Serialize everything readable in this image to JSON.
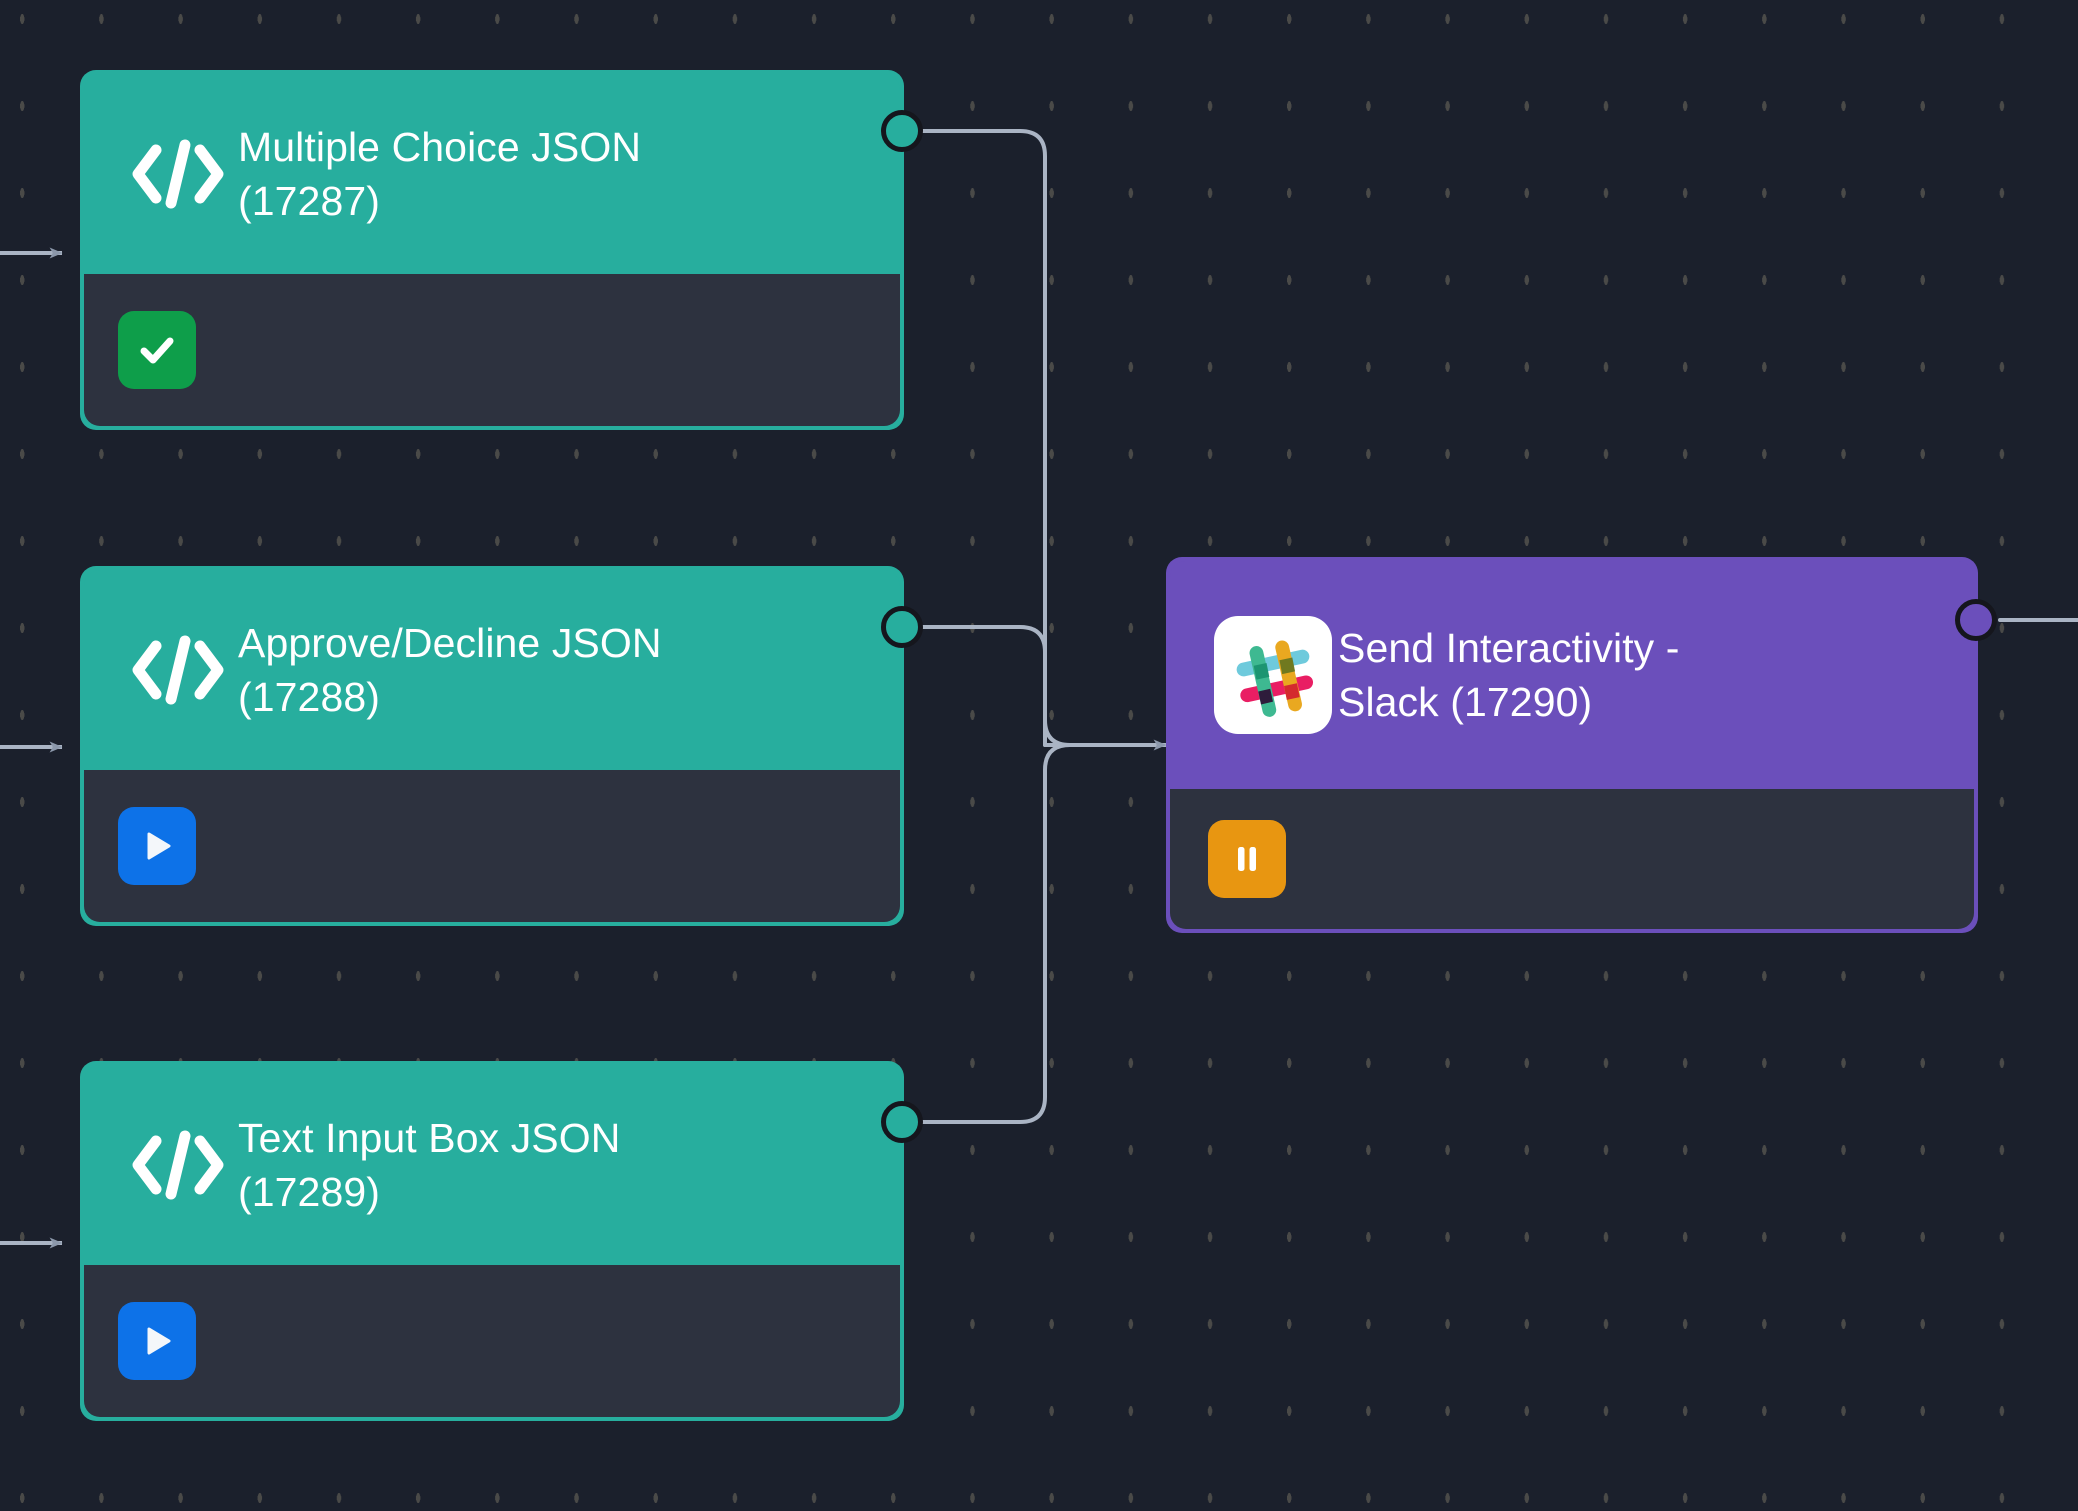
{
  "canvas": {
    "background_color": "#1b202c",
    "grid_dot_color": "#4a4a48",
    "edge_color": "#aab4c4",
    "arrow_color": "#8c98ab"
  },
  "nodes": [
    {
      "id": "17287",
      "title": "Multiple Choice JSON\n(17287)",
      "type": "code",
      "icon": "code-brackets-icon",
      "header_color": "#27ae9e",
      "body_color": "#2d323f",
      "status": {
        "name": "success",
        "icon": "check-icon",
        "color": "#0e9e4a"
      },
      "port": {
        "side": "right",
        "color": "#27ae9e"
      }
    },
    {
      "id": "17288",
      "title": "Approve/Decline JSON\n(17288)",
      "type": "code",
      "icon": "code-brackets-icon",
      "header_color": "#27ae9e",
      "body_color": "#2d323f",
      "status": {
        "name": "run",
        "icon": "play-icon",
        "color": "#0d72e8"
      },
      "port": {
        "side": "right",
        "color": "#27ae9e"
      }
    },
    {
      "id": "17289",
      "title": "Text Input Box JSON\n(17289)",
      "type": "code",
      "icon": "code-brackets-icon",
      "header_color": "#27ae9e",
      "body_color": "#2d323f",
      "status": {
        "name": "run",
        "icon": "play-icon",
        "color": "#0d72e8"
      },
      "port": {
        "side": "right",
        "color": "#27ae9e"
      }
    },
    {
      "id": "17290",
      "title": "Send Interactivity -\nSlack (17290)",
      "type": "slack",
      "icon": "slack-logo-icon",
      "header_color": "#6b4fbb",
      "body_color": "#2d323f",
      "status": {
        "name": "paused",
        "icon": "pause-icon",
        "color": "#e89611"
      },
      "port": {
        "side": "right",
        "color": "#6b4fbb"
      }
    }
  ],
  "edges": [
    {
      "from": "17287",
      "to": "17290"
    },
    {
      "from": "17288",
      "to": "17290"
    },
    {
      "from": "17289",
      "to": "17290"
    },
    {
      "from": "inbound",
      "to": "17287"
    },
    {
      "from": "inbound",
      "to": "17288"
    },
    {
      "from": "inbound",
      "to": "17289"
    },
    {
      "from": "17290",
      "to": "outbound"
    }
  ]
}
